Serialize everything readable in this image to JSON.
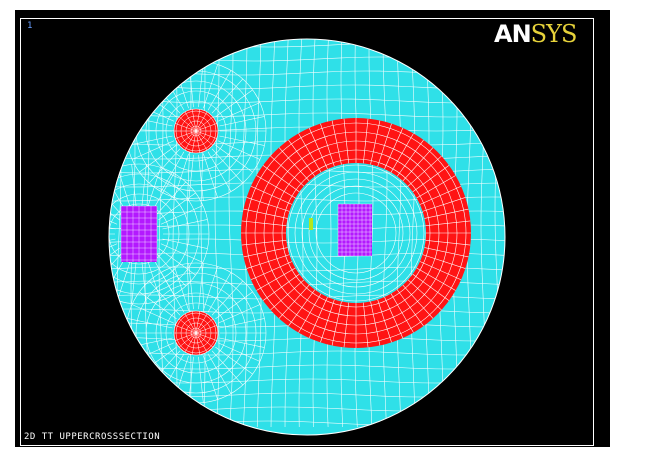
{
  "viewport": {
    "window_number": "1",
    "logo": {
      "part1": "AN",
      "part2": "SYS"
    },
    "title": "2D TT UPPERCROSSSECTION"
  },
  "colors": {
    "background": "#000000",
    "main_region": "#2fe0e8",
    "ring_region": "#ff1414",
    "rect_region": "#b319ff",
    "mesh_lines": "#ffffff",
    "marker": "#b6e61e"
  },
  "regions": [
    {
      "name": "outer-disk",
      "color": "cyan"
    },
    {
      "name": "coil-ring",
      "color": "red"
    },
    {
      "name": "upper-hole",
      "color": "red"
    },
    {
      "name": "lower-hole",
      "color": "red"
    },
    {
      "name": "left-rectangle",
      "color": "magenta"
    },
    {
      "name": "center-rectangle",
      "color": "magenta"
    }
  ]
}
